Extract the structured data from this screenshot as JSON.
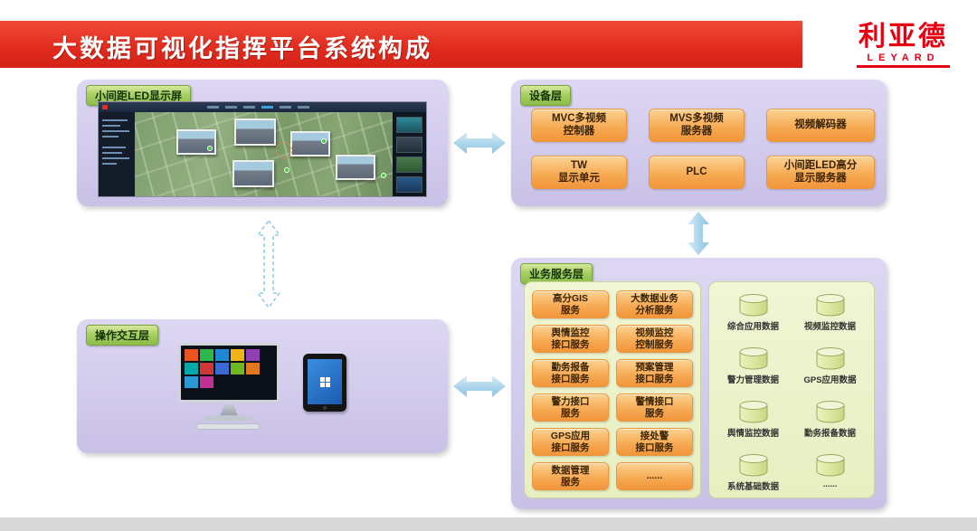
{
  "header": {
    "title": "大数据可视化指挥平台系统构成",
    "logo_text": "利亚德",
    "logo_sub": "LEYARD"
  },
  "led_layer": {
    "label": "小间距LED显示屏"
  },
  "device_layer": {
    "label": "设备层",
    "items": [
      "MVC多视频\n控制器",
      "MVS多视频\n服务器",
      "视频解码器",
      "TW\n显示单元",
      "PLC",
      "小间距LED高分\n显示服务器"
    ]
  },
  "interaction_layer": {
    "label": "操作交互层"
  },
  "business_layer": {
    "label": "业务服务层",
    "services": [
      "高分GIS\n服务",
      "大数据业务\n分析服务",
      "舆情监控\n接口服务",
      "视频监控\n控制服务",
      "勤务报备\n接口服务",
      "预案管理\n接口服务",
      "警力接口\n服务",
      "警情接口\n服务",
      "GPS应用\n接口服务",
      "接处警\n接口服务",
      "数据管理\n服务",
      "......"
    ],
    "databases": [
      "综合应用数据",
      "视频监控数据",
      "警力管理数据",
      "GPS应用数据",
      "舆情监控数据",
      "勤务报备数据",
      "系统基础数据",
      "......"
    ]
  },
  "colors": {
    "banner_red": "#e02a1d",
    "logo_red": "#e60012",
    "panel_purple": "#d2cbec",
    "label_green": "#8bbd49",
    "button_orange": "#f1953a",
    "subpanel_green": "#e7efc2",
    "arrow_blue": "#aed7ec"
  }
}
